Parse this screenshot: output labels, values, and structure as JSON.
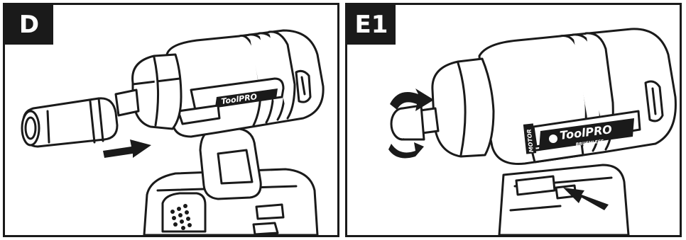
{
  "panels": [
    {
      "label": "D",
      "tool": {
        "brand_text": "ToolPRO"
      }
    },
    {
      "label": "E1",
      "tool": {
        "brand_text": "ToolPRO",
        "sub_text": "BRUSHLESS",
        "side_text": "MOTOR"
      }
    }
  ],
  "colors": {
    "line": "#1a1a1a",
    "fill": "#ffffff",
    "accent": "#000000"
  }
}
